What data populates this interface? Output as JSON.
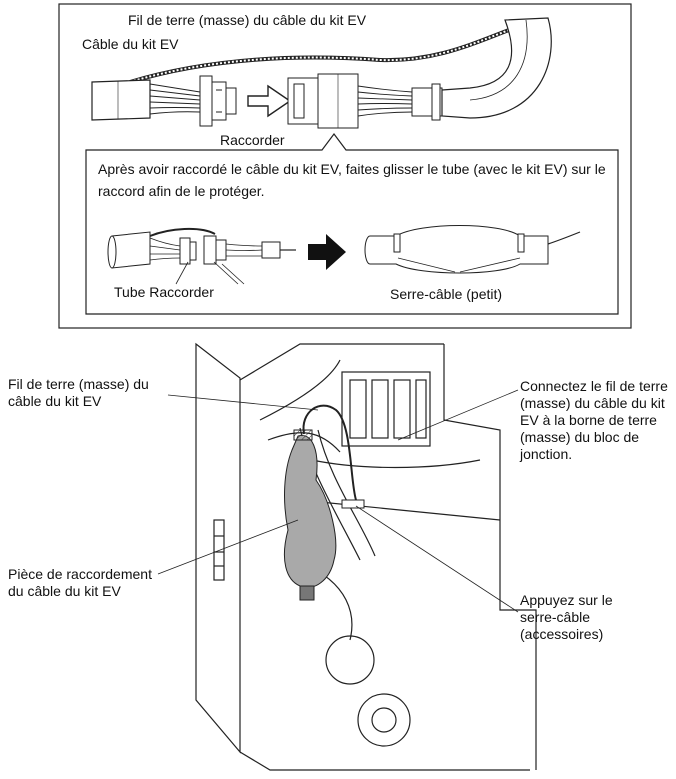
{
  "top_panel": {
    "ground_wire_label": "Fil de terre (masse) du câble du kit EV",
    "cable_label": "Câble du kit EV",
    "connector_label": "Raccorder",
    "instruction": "Après avoir raccordé le câble du kit EV, faites glisser le tube (avec le kit EV) sur le raccord afin de le protéger.",
    "tube_connector_label": "Tube Raccorder",
    "cable_tie_label": "Serre-câble (petit)"
  },
  "bottom_panel": {
    "ground_wire_label": "Fil de terre (masse) du câble du kit EV",
    "connect_instruction": "Connectez le fil de terre (masse) du câble du kit EV à la borne de terre (masse) du bloc de jonction.",
    "connection_piece_label": "Pièce de raccordement du câble du kit EV",
    "press_tie_label": "Appuyez sur le serre-câble (accessoires)"
  },
  "icons": [
    "arrow-right-outline-icon",
    "arrow-right-solid-icon"
  ]
}
